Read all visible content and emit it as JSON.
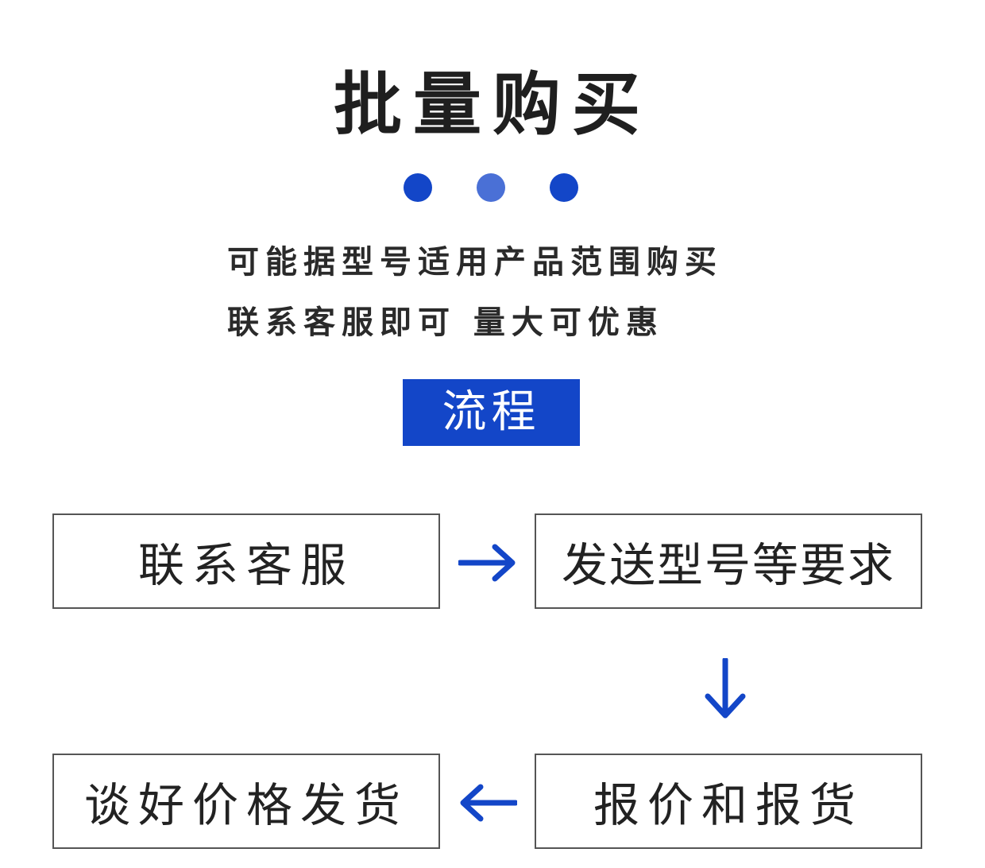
{
  "header": {
    "title": "批量购买"
  },
  "colors": {
    "accent": "#1346c8",
    "accent_light": "#4a70d6",
    "text": "#222222",
    "border": "#555555"
  },
  "description": {
    "line1": "可能据型号适用产品范围购买",
    "line2": "联系客服即可 量大可优惠"
  },
  "process": {
    "label": "流程",
    "steps": [
      "联系客服",
      "发送型号等要求",
      "报价和报货",
      "谈好价格发货"
    ],
    "arrows": [
      "arrow-right-icon",
      "arrow-down-icon",
      "arrow-left-icon"
    ]
  }
}
